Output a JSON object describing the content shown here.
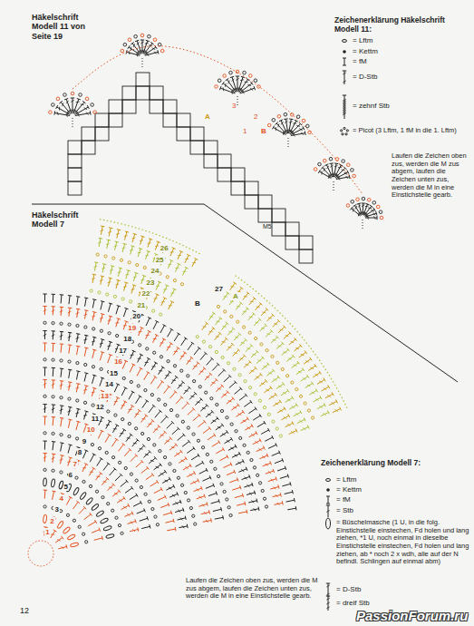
{
  "diagram": {
    "labels": [
      "Häkelschrift Modell 11 von Seite 19",
      "Zeichenerklärung Häkelschrift Modell 11:",
      "Laufen die Zeichen oben zus, werden die M zus abgem, laufen die Zeichen unten zus, werden die M in eine Einstichstelle gearb.",
      "A",
      "B",
      "3",
      "2",
      "1",
      "M5",
      "Häkelschrift Modell 7",
      "Zeichenerklärung Modell 7:",
      "Laufen die Zeichen oben zus, werden die M zus abgem, laufen die Zeichen unten zus, werden die M in eine Einstichstelle gearb.",
      "12",
      "PassionForum.ru",
      "1",
      "2",
      "3",
      "4",
      "5",
      "6",
      "7",
      "8",
      "9",
      "10",
      "11",
      "12",
      "13",
      "14",
      "15",
      "16",
      "17",
      "18",
      "19",
      "20",
      "21",
      "22",
      "23",
      "24",
      "25",
      "26",
      "27",
      "A",
      "B"
    ],
    "legend": [
      {
        "text": "= Lftm"
      },
      {
        "text": "= Kettm"
      },
      {
        "text": "= fM"
      },
      {
        "text": "= D-Stb"
      },
      {
        "text": "= zehnf Stb"
      },
      {
        "text": "= Picot (3 Lftm, 1 fM in die 1. Lftm)"
      },
      {
        "text": "= Lftm"
      },
      {
        "text": "= Kettm"
      },
      {
        "text": "= fM"
      },
      {
        "text": "= Stb"
      },
      {
        "text": "= Büschelmasche (1 U, in die folg. Einstichstelle einstechen, Fd holen und lang ziehen, *1 U, noch einmal in dieselbe Einstichstelle einstechen, Fd holen und lang ziehen, ab * noch 2 x wdh, alle auf der N befindl. Schlingen auf einmal abm)"
      },
      {
        "text": "= D-Stb"
      },
      {
        "text": "= dreif Stb"
      }
    ]
  }
}
